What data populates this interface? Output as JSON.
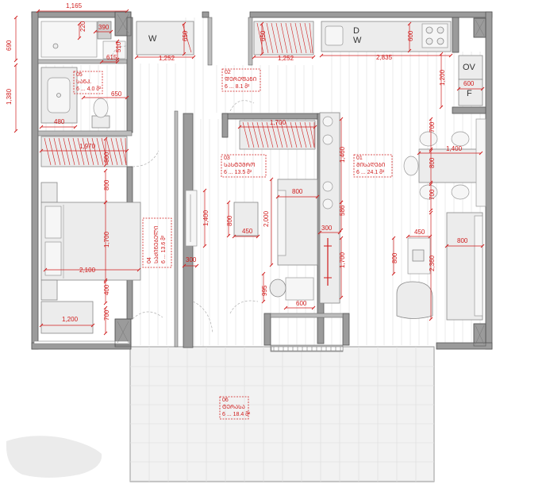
{
  "dimensions": {
    "top_width": "1,165",
    "bath_top_a": "220",
    "bath_top_b": "390",
    "bath_left": "690",
    "bath_shaft_a": "510",
    "bath_shaft_b": "615",
    "bath_side": "1,380",
    "bath_sink": "650",
    "bath_bottom": "480",
    "wardrobe_w": "650",
    "wardrobe_len": "1,252",
    "wardrobe2_w": "650",
    "wardrobe2_len": "1,252",
    "kitchen_depth": "600",
    "kitchen_len": "2,835",
    "kitchen_side": "1,200",
    "oven_w": "600",
    "bed_closet_len": "1,970",
    "bed_closet_depth": "600",
    "bed_side": "800",
    "bed_len": "1,700",
    "bed_w": "2,100",
    "bed_bottom": "400",
    "desk_len": "1,200",
    "bed_door": "700",
    "hall_tv_len": "1,400",
    "hall_tv_depth": "300",
    "hall_closet_len": "1,700",
    "sofa_w": "800",
    "sofa_len": "2,000",
    "table_w": "450",
    "table_h": "800",
    "console_len": "1,460",
    "console_gap": "586",
    "console_bottom": "1,700",
    "console_depth": "300",
    "chair_h": "995",
    "desk_depth": "600",
    "dining_top": "700",
    "dining_len": "1,400",
    "dining_w": "800",
    "dining_bottom": "700",
    "coffee_w": "450",
    "coffee_h": "800",
    "lounge_len": "2,360",
    "lounge_w": "800"
  },
  "appliances": {
    "washer": "W",
    "dishwasher": "D\nW",
    "oven": "OV",
    "fridge": "F"
  },
  "tags": {
    "t05": {
      "num": "05",
      "name": "ᲡᲐᲜᲙ.",
      "area": "6 ... 4.0 მ²"
    },
    "t02": {
      "num": "02",
      "name": "ᲓᲔᲠᲔᲤᲐᲜᲘ",
      "area": "6 ... 8.1 მ²"
    },
    "t03": {
      "num": "03",
      "name": "ᲡᲐᲡᲢᲣᲛᲠᲝ",
      "area": "6 ... 13.5 მ²"
    },
    "t01": {
      "num": "01",
      "name": "ᲛᲘᲡᲐᲦᲔᲑᲘ",
      "area": "6 ... 24.1 მ²"
    },
    "t04": {
      "num": "04",
      "name": "ᲡᲐᲫᲘᲜᲔᲑᲔᲚᲘ",
      "area": "6 ... 13.6 მ²"
    },
    "t06": {
      "num": "06",
      "name": "ᲢᲔᲠᲐᲡᲐ",
      "area": "6 ... 18.4 მ²"
    }
  },
  "colors": {
    "dimension": "#d01c1c",
    "wall": "#9b9b9b",
    "furniture": "#ececec"
  }
}
